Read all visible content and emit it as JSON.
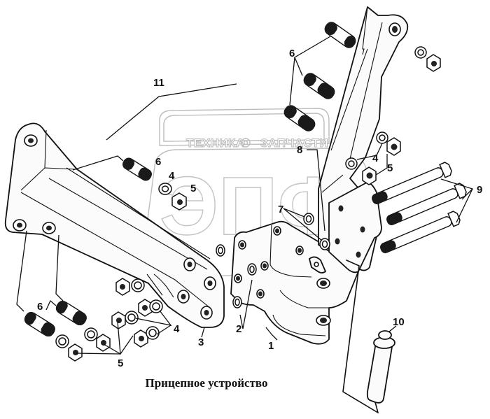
{
  "title": "Прицепное устройство",
  "watermark": {
    "top_text_left": "ТЕХНИКА",
    "top_text_right": "ЗАПЧАСТИ",
    "logo_letters": "ЭПФ",
    "gear_icon": "gear-icon"
  },
  "callouts": [
    {
      "id": "1",
      "label": "1",
      "part": "hitch-body"
    },
    {
      "id": "2",
      "label": "2",
      "part": "washers"
    },
    {
      "id": "3",
      "label": "3",
      "part": "left-bracket"
    },
    {
      "id": "4a",
      "label": "4",
      "part": "washer"
    },
    {
      "id": "4b",
      "label": "4",
      "part": "washers"
    },
    {
      "id": "4c",
      "label": "4",
      "part": "washers"
    },
    {
      "id": "5a",
      "label": "5",
      "part": "nut"
    },
    {
      "id": "5b",
      "label": "5",
      "part": "nuts"
    },
    {
      "id": "5c",
      "label": "5",
      "part": "nuts"
    },
    {
      "id": "6a",
      "label": "6",
      "part": "stud"
    },
    {
      "id": "6b",
      "label": "6",
      "part": "studs"
    },
    {
      "id": "6c",
      "label": "6",
      "part": "studs"
    },
    {
      "id": "7",
      "label": "7",
      "part": "washers"
    },
    {
      "id": "8",
      "label": "8",
      "part": "right-bracket"
    },
    {
      "id": "9",
      "label": "9",
      "part": "bolts"
    },
    {
      "id": "10",
      "label": "10",
      "part": "pin"
    },
    {
      "id": "11",
      "label": "11",
      "part": "assembly"
    }
  ]
}
